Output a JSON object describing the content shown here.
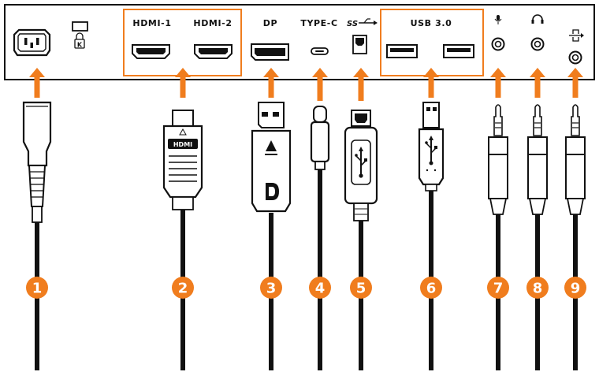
{
  "accent_color": "#f07d1e",
  "panel": {
    "ports": [
      {
        "id": "power",
        "label": ""
      },
      {
        "id": "kensington-lock",
        "label": ""
      },
      {
        "id": "hdmi-1",
        "label": "HDMI-1"
      },
      {
        "id": "hdmi-2",
        "label": "HDMI-2"
      },
      {
        "id": "displayport",
        "label": "DP"
      },
      {
        "id": "usb-type-c",
        "label": "TYPE-C"
      },
      {
        "id": "usb-b-upstream",
        "label": ""
      },
      {
        "id": "usb-3-downstream",
        "label": "USB 3.0"
      },
      {
        "id": "mic-in",
        "label": ""
      },
      {
        "id": "headphone-out",
        "label": ""
      },
      {
        "id": "line-out",
        "label": ""
      }
    ],
    "icons": [
      "ss-usb-icon",
      "microphone-icon",
      "headphone-icon",
      "audio-out-icon",
      "lock-icon"
    ]
  },
  "cables": [
    {
      "number": "1",
      "type": "power-cord"
    },
    {
      "number": "2",
      "type": "hdmi-cable"
    },
    {
      "number": "3",
      "type": "displayport-cable"
    },
    {
      "number": "4",
      "type": "usb-c-cable"
    },
    {
      "number": "5",
      "type": "usb-b-cable"
    },
    {
      "number": "6",
      "type": "usb-a-cable"
    },
    {
      "number": "7",
      "type": "audio-jack-mic"
    },
    {
      "number": "8",
      "type": "audio-jack-headphone"
    },
    {
      "number": "9",
      "type": "audio-jack-line-out"
    }
  ]
}
